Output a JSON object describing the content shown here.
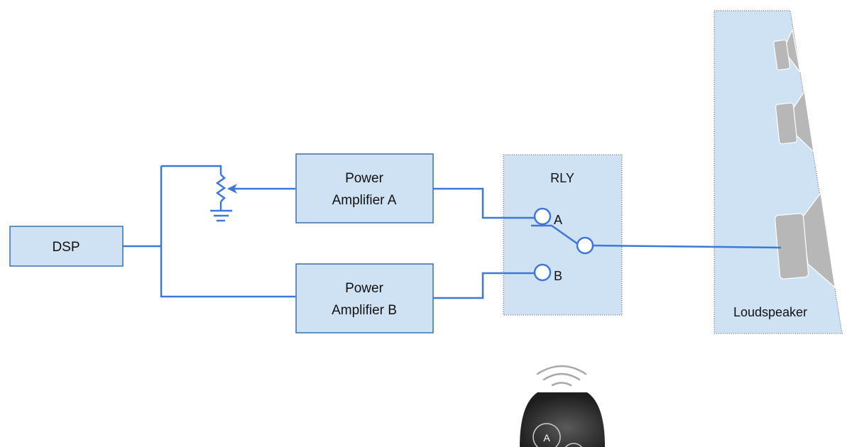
{
  "diagram": {
    "colors": {
      "wire": "#3c78d8",
      "box_fill": "#cfe2f3",
      "box_stroke": "#3d6fa8",
      "speaker_gray": "#b7b7b7",
      "remote_dark": "#2b2b2b"
    },
    "blocks": {
      "dsp": "DSP",
      "amp_a_line1": "Power",
      "amp_a_line2": "Amplifier A",
      "amp_b_line1": "Power",
      "amp_b_line2": "Amplifier B",
      "relay": "RLY",
      "relay_contact_a": "A",
      "relay_contact_b": "B",
      "loudspeaker": "Loudspeaker"
    },
    "remote": {
      "button_a": "A"
    }
  }
}
